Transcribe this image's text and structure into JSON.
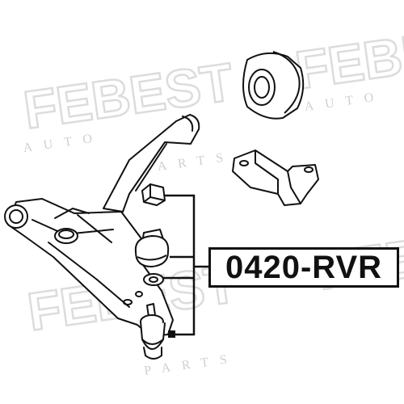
{
  "diagram": {
    "part_number": "0420-RVR",
    "watermark": {
      "brand": "FEBEST",
      "tagline_1": "AUTO",
      "tagline_2": "PARTS"
    },
    "colors": {
      "line": "#111111",
      "watermark": "#e2e2e2",
      "background": "#ffffff"
    }
  }
}
